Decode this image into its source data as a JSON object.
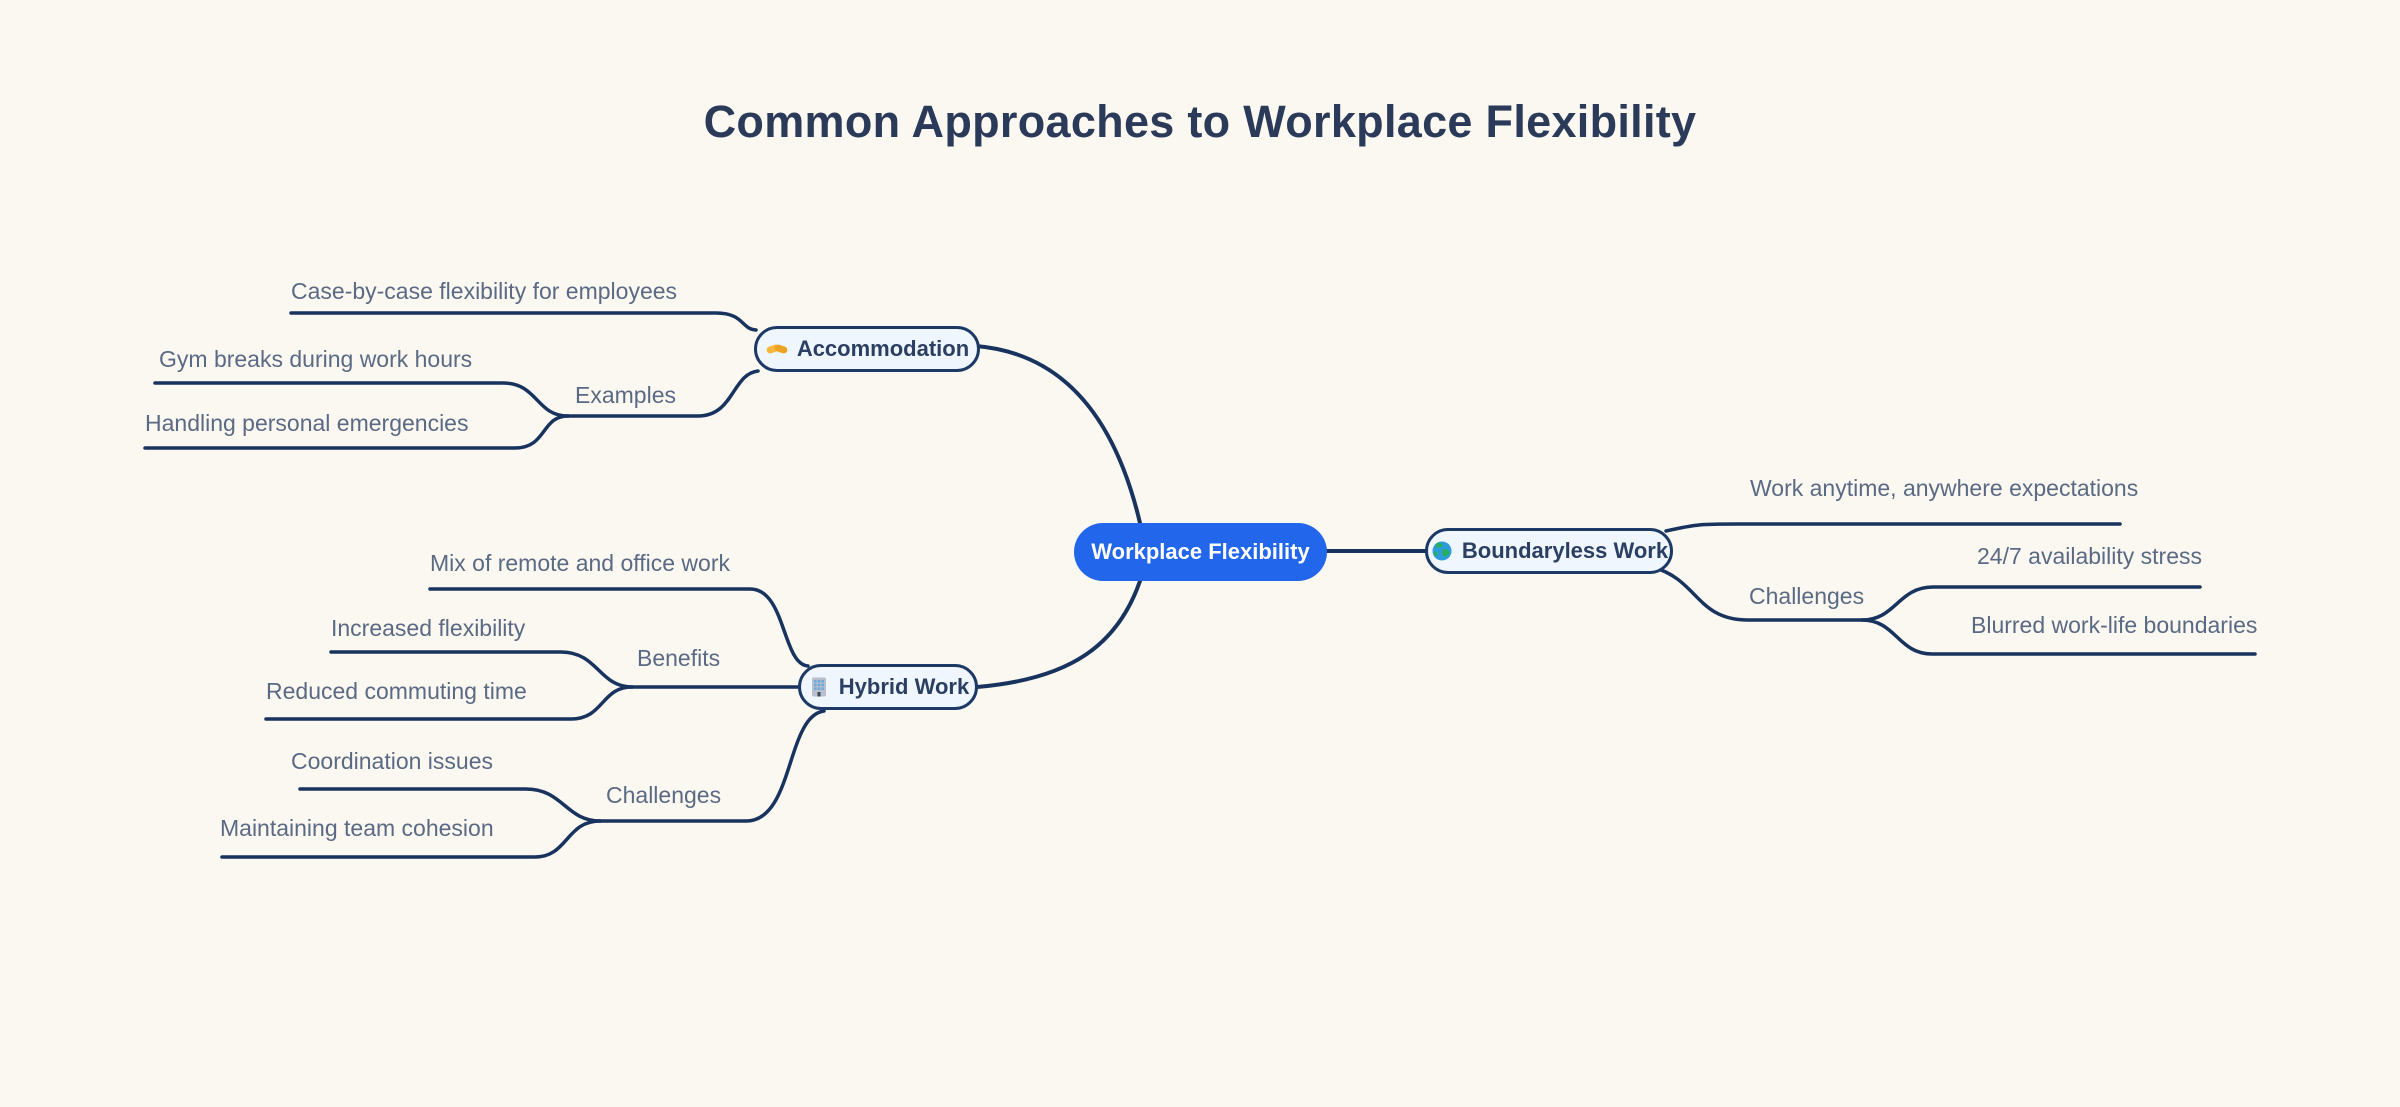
{
  "title": "Common Approaches to Workplace Flexibility",
  "colors": {
    "background": "#FBF8F1",
    "line": "#17335E",
    "central_fill": "#2166EB",
    "central_text": "#FFFFFF",
    "topic_fill": "#F0F6FD",
    "topic_border": "#1D3A66",
    "topic_text": "#2B3F63",
    "leaf_text": "#5A6A84",
    "title_text": "#2A3A58",
    "icon_handshake": "#F6B73C",
    "icon_building": "#B7C0CC",
    "icon_globe_ocean": "#2D9CDB",
    "icon_globe_land": "#27AE60"
  },
  "mindmap": {
    "root": {
      "label": "Workplace Flexibility"
    },
    "branches": [
      {
        "label": "Accommodation",
        "icon_name": "handshake-icon",
        "children": [
          {
            "label": "Case-by-case flexibility for employees"
          },
          {
            "label": "Examples",
            "children": [
              {
                "label": "Gym breaks during work hours"
              },
              {
                "label": "Handling personal emergencies"
              }
            ]
          }
        ]
      },
      {
        "label": "Hybrid Work",
        "icon_name": "office-building-icon",
        "children": [
          {
            "label": "Mix of remote and office work"
          },
          {
            "label": "Benefits",
            "children": [
              {
                "label": "Increased flexibility"
              },
              {
                "label": "Reduced commuting time"
              }
            ]
          },
          {
            "label": "Challenges",
            "children": [
              {
                "label": "Coordination issues"
              },
              {
                "label": "Maintaining team cohesion"
              }
            ]
          }
        ]
      },
      {
        "label": "Boundaryless Work",
        "icon_name": "globe-icon",
        "children": [
          {
            "label": "Work anytime, anywhere expectations"
          },
          {
            "label": "Challenges",
            "children": [
              {
                "label": "24/7 availability stress"
              },
              {
                "label": "Blurred work-life boundaries"
              }
            ]
          }
        ]
      }
    ]
  }
}
